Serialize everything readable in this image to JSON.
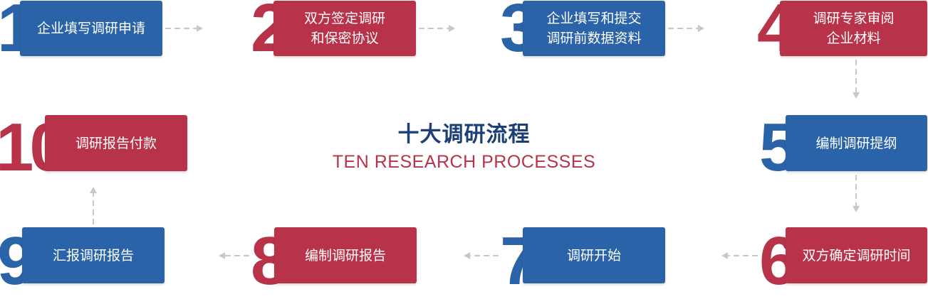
{
  "title": {
    "zh": "十大调研流程",
    "en": "TEN RESEARCH PROCESSES"
  },
  "colors": {
    "blue": "#2b63a8",
    "red": "#b8334a",
    "arrow": "#c8c8c8"
  },
  "steps": [
    {
      "num": "1",
      "lines": [
        "企业填写调研申请"
      ],
      "color": "blue"
    },
    {
      "num": "2",
      "lines": [
        "双方签定调研",
        "和保密协议"
      ],
      "color": "red"
    },
    {
      "num": "3",
      "lines": [
        "企业填写和提交",
        "调研前数据资料"
      ],
      "color": "blue"
    },
    {
      "num": "4",
      "lines": [
        "调研专家审阅",
        "企业材料"
      ],
      "color": "red"
    },
    {
      "num": "5",
      "lines": [
        "编制调研提纲"
      ],
      "color": "blue"
    },
    {
      "num": "6",
      "lines": [
        "双方确定调研时间"
      ],
      "color": "red"
    },
    {
      "num": "7",
      "lines": [
        "调研开始"
      ],
      "color": "blue"
    },
    {
      "num": "8",
      "lines": [
        "编制调研报告"
      ],
      "color": "red"
    },
    {
      "num": "9",
      "lines": [
        "汇报调研报告"
      ],
      "color": "blue"
    },
    {
      "num": "10",
      "lines": [
        "调研报告付款"
      ],
      "color": "red"
    }
  ]
}
